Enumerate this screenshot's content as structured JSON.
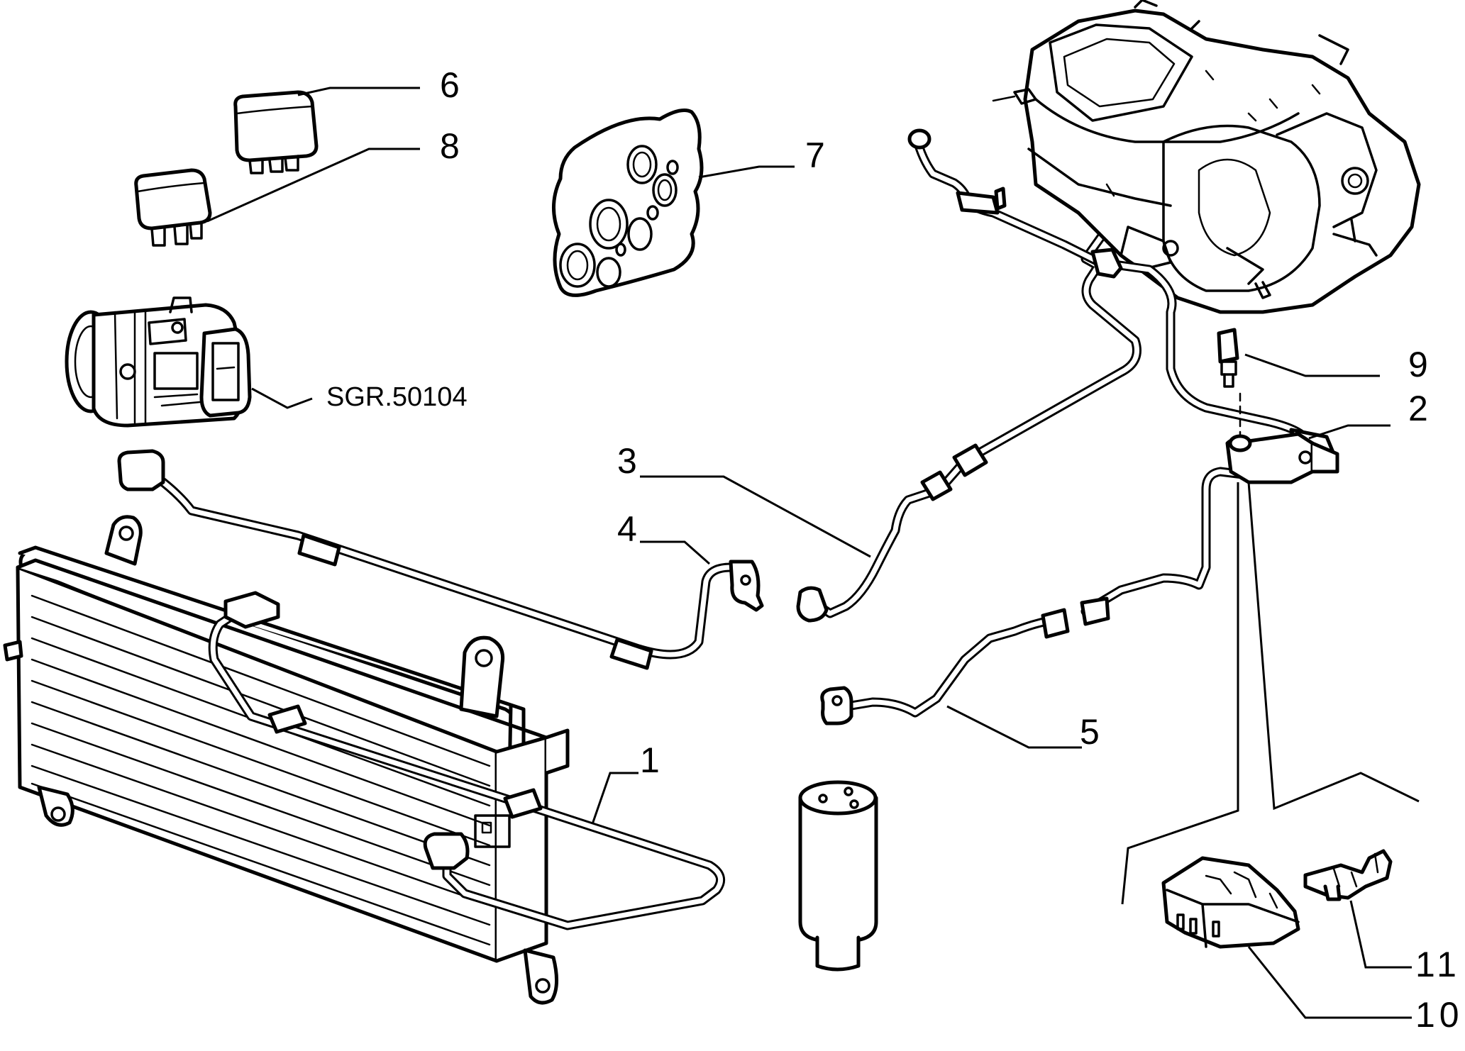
{
  "diagram": {
    "callouts": [
      {
        "id": "1",
        "label": "1"
      },
      {
        "id": "2",
        "label": "2"
      },
      {
        "id": "3",
        "label": "3"
      },
      {
        "id": "4",
        "label": "4"
      },
      {
        "id": "5",
        "label": "5"
      },
      {
        "id": "6",
        "label": "6"
      },
      {
        "id": "7",
        "label": "7"
      },
      {
        "id": "8",
        "label": "8"
      },
      {
        "id": "9",
        "label": "9"
      },
      {
        "id": "10",
        "label": "10"
      },
      {
        "id": "11",
        "label": "11"
      },
      {
        "id": "ref",
        "label": "SGR.50104"
      }
    ]
  }
}
